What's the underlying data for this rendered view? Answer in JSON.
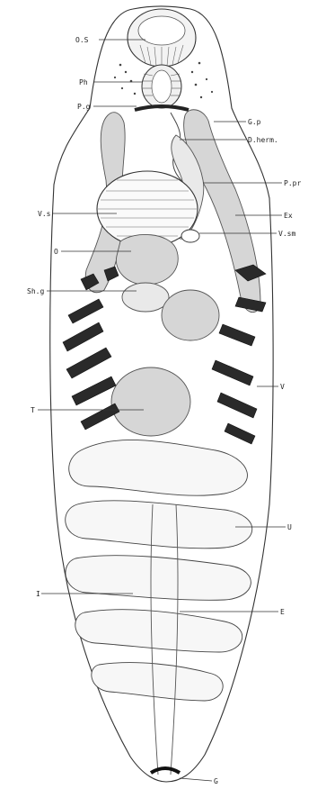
{
  "figure": {
    "labels": {
      "os": "O.S",
      "ph": "Ph",
      "pg": "P.g",
      "gp": "G.p",
      "dherm": "D.herm.",
      "ppr": "P.pr",
      "vs": "V.s",
      "ex": "Ex",
      "vsm": "V.sm",
      "o": "O",
      "shg": "Sh.g",
      "v": "V",
      "t": "T",
      "u": "U",
      "i": "I",
      "e": "E",
      "g": "G"
    }
  }
}
